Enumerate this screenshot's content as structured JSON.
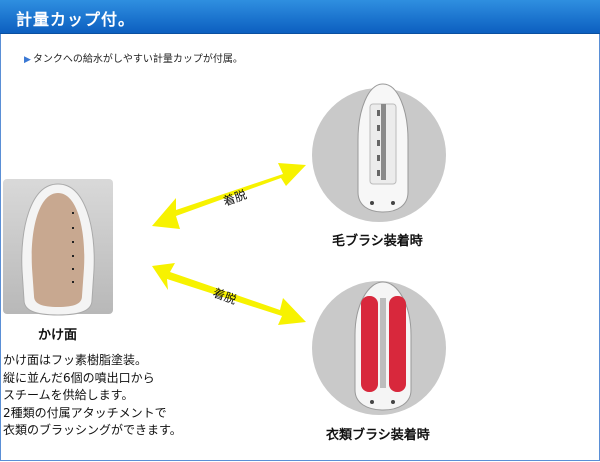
{
  "header": {
    "title": "計量カップ付。"
  },
  "note": {
    "text": "タンクへの給水がしやすい計量カップが付属。"
  },
  "left": {
    "label": "かけ面",
    "description": [
      "かけ面はフッ素樹脂塗装。",
      "縦に並んだ6個の噴出口から",
      "スチームを供給します。",
      "2種類の付属アタッチメントで",
      "衣類のブラッシングができます。"
    ]
  },
  "top_right": {
    "label": "毛ブラシ装着時"
  },
  "bottom_right": {
    "label": "衣類ブラシ装着時"
  },
  "arrows": {
    "top_text": "着脱",
    "bottom_text": "着脱"
  },
  "colors": {
    "header_blue": "#0c5fc0",
    "arrow_yellow": "#f7f200",
    "soleplate": "#c8a890",
    "brush_red": "#d8283c"
  }
}
